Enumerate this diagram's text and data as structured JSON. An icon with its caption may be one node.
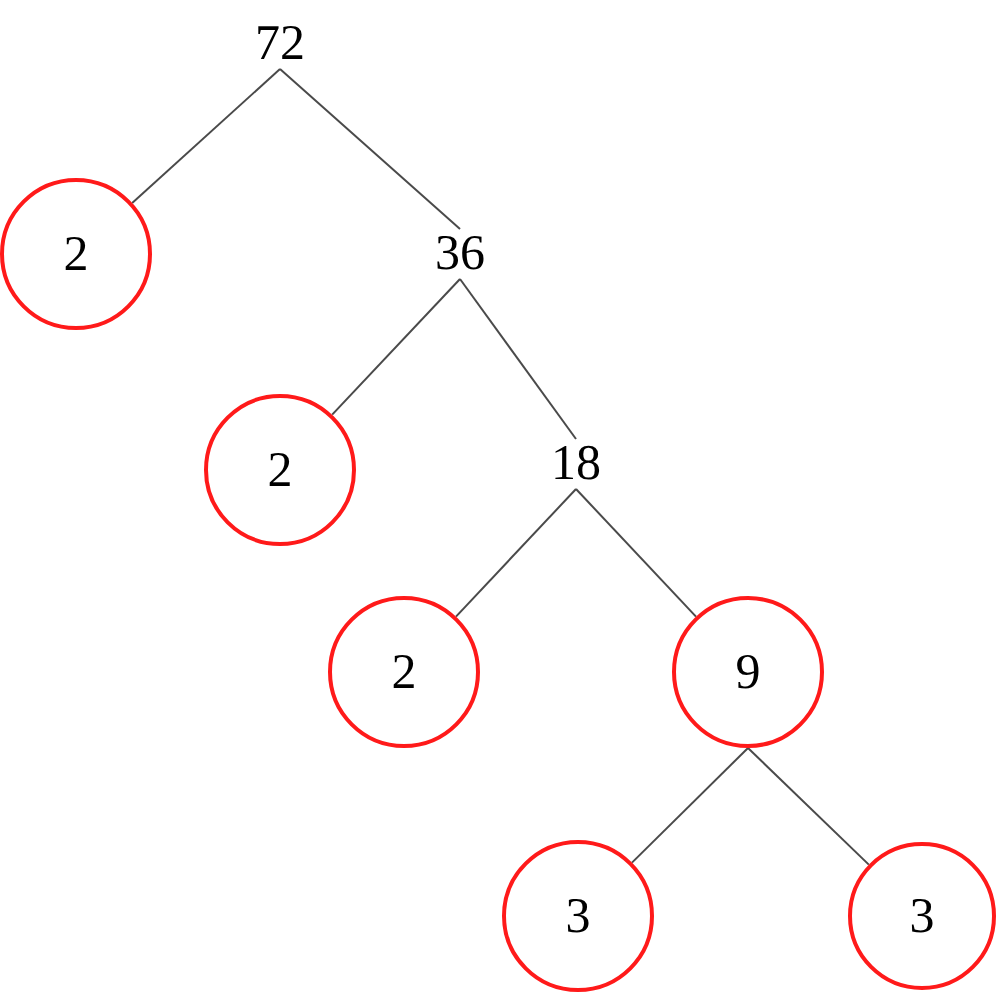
{
  "diagram": {
    "nodes": [
      {
        "text": [
          "72"
        ]
      },
      {
        "text": [
          "2"
        ]
      },
      {
        "text": [
          "36"
        ]
      },
      {
        "text": [
          "2"
        ]
      },
      {
        "text": [
          "18"
        ]
      },
      {
        "text": [
          "2"
        ]
      },
      {
        "text": [
          "9"
        ]
      },
      {
        "text": [
          "3"
        ]
      },
      {
        "text": [
          "3"
        ]
      }
    ],
    "edges": [
      {
        "from": 0,
        "to": 1,
        "arrow": "none"
      },
      {
        "from": 0,
        "to": 2,
        "arrow": "none"
      },
      {
        "from": 2,
        "to": 3,
        "arrow": "none"
      },
      {
        "from": 2,
        "to": 4,
        "arrow": "none"
      },
      {
        "from": 4,
        "to": 5,
        "arrow": "none"
      },
      {
        "from": 4,
        "to": 6,
        "arrow": "none"
      },
      {
        "from": 6,
        "to": 7,
        "arrow": "none"
      },
      {
        "from": 6,
        "to": 8,
        "arrow": "none"
      }
    ]
  }
}
